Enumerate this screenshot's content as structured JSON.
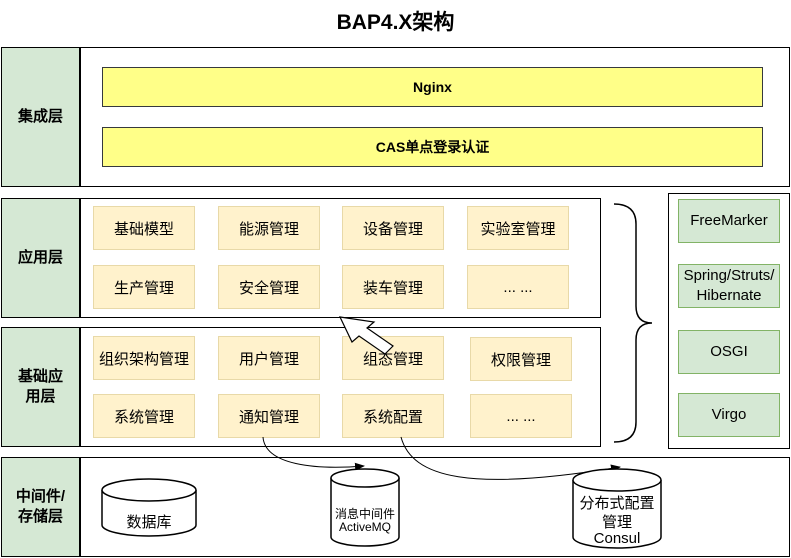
{
  "title": "BAP4.X架构",
  "layers": {
    "integration": "集成层",
    "application": "应用层",
    "base_application": "基础应\n用层",
    "middleware": "中间件/\n存储层"
  },
  "integration_bars": [
    "Nginx",
    "CAS单点登录认证"
  ],
  "application_modules": [
    "基础模型",
    "能源管理",
    "设备管理",
    "实验室管理",
    "生产管理",
    "安全管理",
    "装车管理",
    "... ..."
  ],
  "base_modules": [
    "组织架构管理",
    "用户管理",
    "组态管理",
    "权限管理",
    "系统管理",
    "通知管理",
    "系统配置",
    "... ..."
  ],
  "frameworks": [
    "FreeMarker",
    "Spring/Struts/\nHibernate",
    "OSGI",
    "Virgo"
  ],
  "storage": {
    "database": "数据库",
    "mq_line1": "消息中间件",
    "mq_line2": "ActiveMQ",
    "consul_line1": "分布式配置",
    "consul_line2": "管理",
    "consul_line3": "Consul"
  }
}
